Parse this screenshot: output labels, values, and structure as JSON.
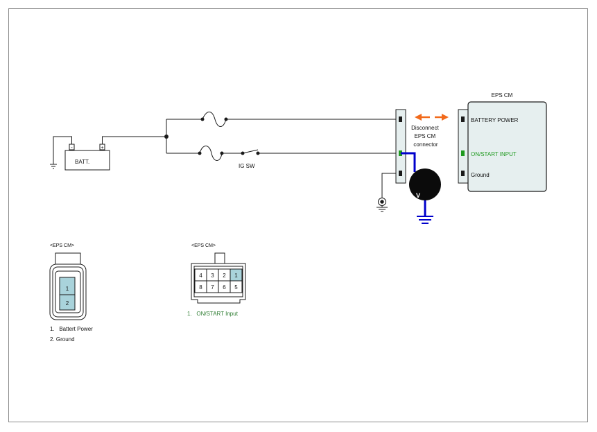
{
  "battery": {
    "label": "BATT.",
    "neg": "-",
    "pos": "+"
  },
  "switch": {
    "label": "IG SW"
  },
  "module": {
    "title": "EPS CM",
    "pins": [
      "BATTERY POWER",
      "ON/START INPUT",
      "Ground"
    ]
  },
  "action": {
    "lines": [
      "Disconnect",
      "EPS CM",
      "connector"
    ]
  },
  "meter": {
    "label": "V"
  },
  "connector1": {
    "title": "<EPS CM>",
    "cells": [
      "1",
      "2"
    ],
    "legend": [
      "1.   Battert Power",
      "2. Ground"
    ]
  },
  "connector2": {
    "title": "<EPS CM>",
    "top_cells": [
      "4",
      "3",
      "2",
      "1"
    ],
    "bottom_cells": [
      "8",
      "7",
      "6",
      "5"
    ],
    "legend": [
      "1.   ON/START Input"
    ]
  },
  "colors": {
    "wire": "#1a1a1a",
    "probe": "#0000cc",
    "active_pin": "#1f9a1f",
    "arrow": "#f26a1b",
    "module_fill": "#e6efef",
    "cell_fill": "#a9d3db",
    "legend_green": "#2e7d32"
  }
}
